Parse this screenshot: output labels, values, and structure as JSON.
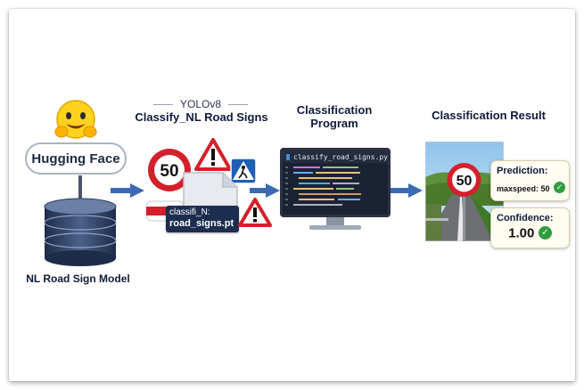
{
  "labels": {
    "hub_name": "Hugging Face",
    "model_name": "NL Road Sign Model",
    "yolo": "YOLOv8",
    "classify_title": "Classify_NL Road Signs",
    "program_title_1": "Classification",
    "program_title_2": "Program",
    "result_title": "Classification Result",
    "file_line1": "classifi_N:",
    "file_line2": "road_signs.pt",
    "code_file": "classify_road_signs.py",
    "speed_sign": "50",
    "photo_sign": "50",
    "prediction_label": "Prediction:",
    "prediction_value": "maxspeed: 50",
    "confidence_label": "Confidence:",
    "confidence_value": "1.00"
  },
  "colors": {
    "arrow": "#3b6ab3",
    "check": "#2f9d3f",
    "sign_red": "#d4202a",
    "pedestrian_blue": "#1f5fb5",
    "db_dark": "#2b3d5e"
  },
  "icons": [
    "hugging-face-emoji-icon",
    "database-icon",
    "speed-limit-sign-icon",
    "warning-sign-icon",
    "pedestrian-crossing-sign-icon",
    "file-icon",
    "monitor-icon",
    "road-photo-icon",
    "check-icon"
  ]
}
